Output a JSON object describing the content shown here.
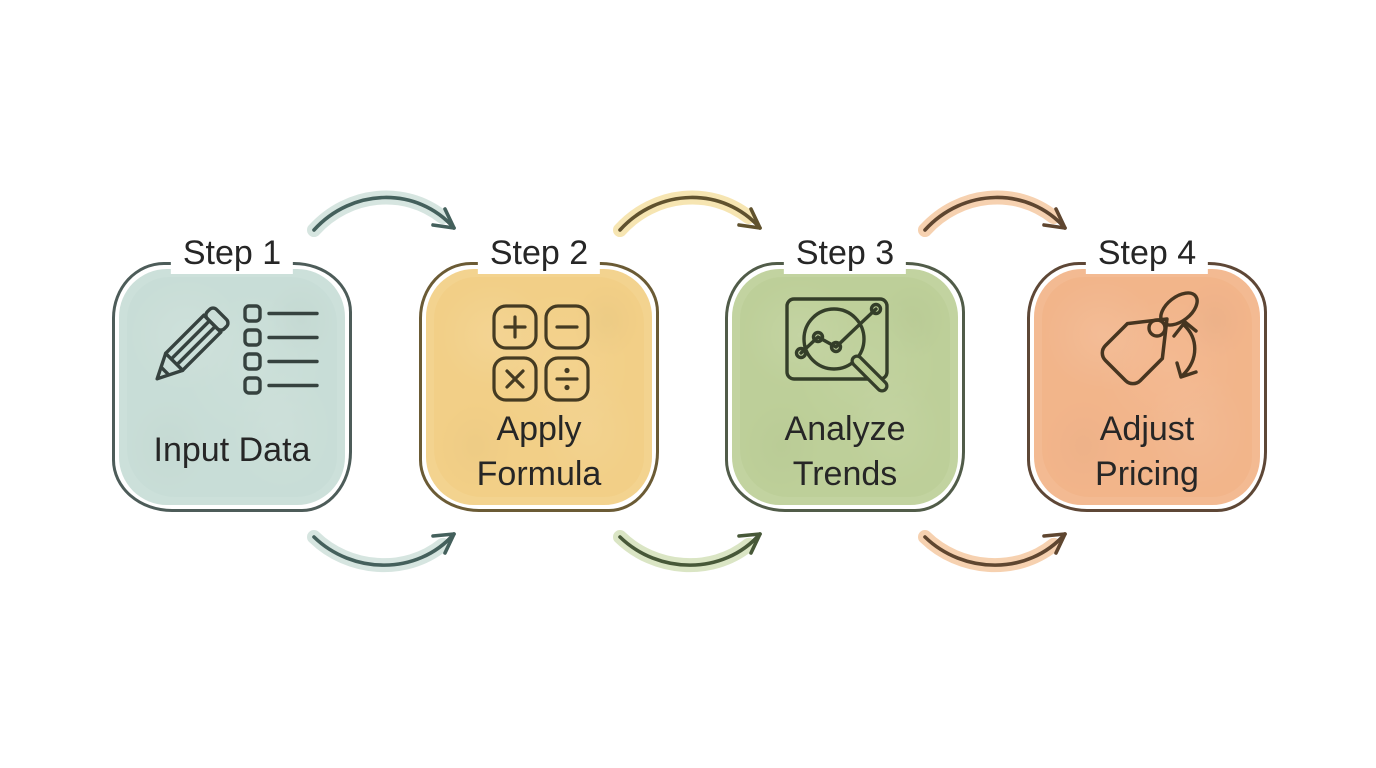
{
  "page": {
    "background": "#ffffff",
    "ink_color": "#262626"
  },
  "diagram_type": "process-flow",
  "steps": [
    {
      "title": "Step 1",
      "label": "Input Data",
      "icon": "pencil-checklist-icon",
      "fill": "#c6dcd5",
      "border": "#4d5c59",
      "icon_color": "#36423f"
    },
    {
      "title": "Step 2",
      "label": "Apply\nFormula",
      "icon": "math-operations-icon",
      "fill": "#f2cd80",
      "border": "#6b5b35",
      "icon_color": "#453b22"
    },
    {
      "title": "Step 3",
      "label": "Analyze\nTrends",
      "icon": "magnifier-chart-icon",
      "fill": "#bacd93",
      "border": "#515c49",
      "icon_color": "#343e29"
    },
    {
      "title": "Step 4",
      "label": "Adjust\nPricing",
      "icon": "price-tag-swap-icon",
      "fill": "#f2b184",
      "border": "#5e4736",
      "icon_color": "#463520"
    }
  ],
  "arrows": {
    "top": [
      {
        "from": "Step 1",
        "to": "Step 2",
        "band_color": "#cfe0db",
        "stroke_color": "#44605c"
      },
      {
        "from": "Step 2",
        "to": "Step 3",
        "band_color": "#f5e0a4",
        "stroke_color": "#60522e"
      },
      {
        "from": "Step 3",
        "to": "Step 4",
        "band_color": "#f5c9a2",
        "stroke_color": "#5f4630"
      }
    ],
    "bottom": [
      {
        "from": "Step 1",
        "to": "Step 2",
        "band_color": "#cfe0db",
        "stroke_color": "#44605c"
      },
      {
        "from": "Step 2",
        "to": "Step 3",
        "band_color": "#d4e0ba",
        "stroke_color": "#475838"
      },
      {
        "from": "Step 3",
        "to": "Step 4",
        "band_color": "#f5c9a2",
        "stroke_color": "#5f4630"
      }
    ]
  }
}
